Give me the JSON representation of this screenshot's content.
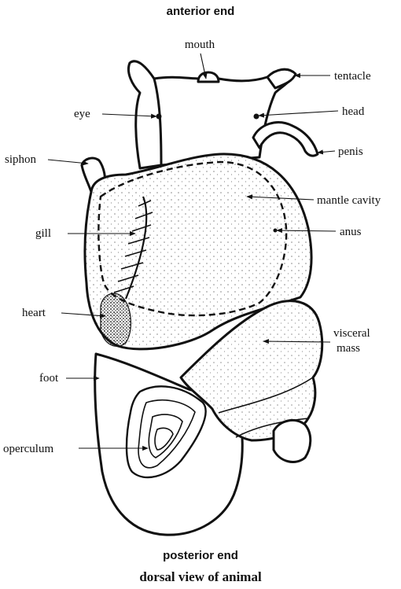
{
  "title": {
    "top": "anterior end",
    "bottom": "posterior end",
    "caption": "dorsal view of animal"
  },
  "labels": {
    "mouth": "mouth",
    "tentacle": "tentacle",
    "eye": "eye",
    "head": "head",
    "siphon": "siphon",
    "penis": "penis",
    "mantle_cavity": "mantle cavity",
    "gill": "gill",
    "anus": "anus",
    "heart": "heart",
    "visceral_mass_line1": "visceral",
    "visceral_mass_line2": "mass",
    "foot": "foot",
    "operculum": "operculum"
  }
}
